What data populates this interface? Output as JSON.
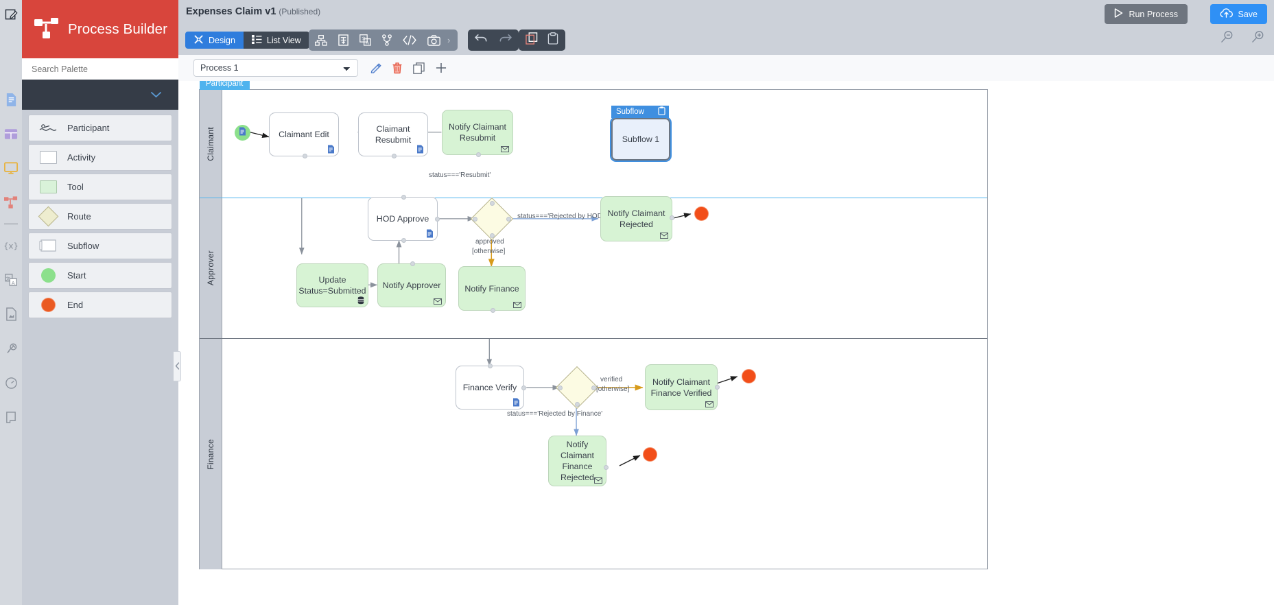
{
  "app": {
    "brand": "Process Builder",
    "brand_color": "#d8453c",
    "accent_blue": "#2f7ddd"
  },
  "rail": {
    "top_icon": "edit-square-icon",
    "items": [
      {
        "icon": "document-icon",
        "color": "#7aa7e0"
      },
      {
        "icon": "table-grid-icon",
        "color": "#b09ddb"
      },
      {
        "icon": "monitor-screen-icon",
        "color": "#e7b443"
      },
      {
        "icon": "process-flow-icon",
        "color": "#e2827a"
      },
      {
        "icon": "divider",
        "color": "#8b9099"
      },
      {
        "icon": "variables-braces-icon",
        "color": "#8a919b"
      },
      {
        "icon": "translate-icon",
        "color": "#8a919b"
      },
      {
        "icon": "document-image-icon",
        "color": "#8a919b"
      },
      {
        "icon": "plug-connector-icon",
        "color": "#8a919b"
      },
      {
        "icon": "gauge-icon",
        "color": "#8a919b"
      },
      {
        "icon": "scroll-icon",
        "color": "#8a919b"
      }
    ]
  },
  "palette": {
    "search_placeholder": "Search Palette",
    "category_chevron_icon": "chevron-down-icon",
    "items": [
      {
        "label": "Participant",
        "icon": "swimlane-icon"
      },
      {
        "label": "Activity",
        "icon": "square-outline-icon"
      },
      {
        "label": "Tool",
        "icon": "green-square-icon"
      },
      {
        "label": "Route",
        "icon": "diamond-icon"
      },
      {
        "label": "Subflow",
        "icon": "subflow-square-icon"
      },
      {
        "label": "Start",
        "icon": "green-circle-icon"
      },
      {
        "label": "End",
        "icon": "orange-circle-icon"
      }
    ],
    "collapse_icon": "chevron-left-icon"
  },
  "header": {
    "title": "Expenses Claim v1",
    "state": "(Published)",
    "modes": [
      {
        "label": "Design",
        "icon": "design-icon",
        "active": true
      },
      {
        "label": "List View",
        "icon": "list-icon",
        "active": false
      }
    ],
    "tools": [
      {
        "icon": "org-chart-icon",
        "name": "org-chart"
      },
      {
        "icon": "form-icon",
        "name": "form"
      },
      {
        "icon": "translate-doc-icon",
        "name": "translate"
      },
      {
        "icon": "branch-icon",
        "name": "branch"
      },
      {
        "icon": "code-icon",
        "name": "code"
      },
      {
        "icon": "camera-icon",
        "name": "snapshot"
      }
    ],
    "tools_more_icon": "chevron-right-icon",
    "history": [
      {
        "icon": "undo-icon",
        "name": "undo"
      },
      {
        "icon": "redo-icon",
        "name": "redo"
      }
    ],
    "clipboard": [
      {
        "icon": "copy-icon",
        "name": "copy"
      },
      {
        "icon": "paste-icon",
        "name": "paste"
      }
    ],
    "run_label": "Run Process",
    "run_icon": "play-icon",
    "save_label": "Save",
    "save_icon": "cloud-upload-icon",
    "zoom_out_icon": "zoom-out-icon",
    "zoom_in_icon": "zoom-in-icon"
  },
  "subbar": {
    "process_selected": "Process 1",
    "process_options": [
      "Process 1"
    ],
    "actions": [
      {
        "icon": "pencil-icon",
        "name": "edit-process"
      },
      {
        "icon": "trash-icon",
        "name": "delete-process"
      },
      {
        "icon": "copy-icon",
        "name": "duplicate-process"
      },
      {
        "icon": "plus-icon",
        "name": "add-process"
      }
    ]
  },
  "diagram": {
    "pool_tab": "Participant",
    "lanes": [
      {
        "name": "Claimant"
      },
      {
        "name": "Approver"
      },
      {
        "name": "Finance"
      }
    ],
    "nodes": {
      "start": {
        "type": "start",
        "badge": "document-icon"
      },
      "claimant_edit": {
        "label": "Claimant Edit",
        "type": "activity",
        "badge": "document-icon"
      },
      "claimant_resubmit": {
        "label": "Claimant Resubmit",
        "type": "activity",
        "badge": "document-icon"
      },
      "notify_claimant_resubmit": {
        "label": "Notify Claimant Resubmit",
        "type": "tool",
        "badge": "envelope-icon"
      },
      "subflow_header": "Subflow",
      "subflow_header_icon": "clipboard-icon",
      "subflow_1": {
        "label": "Subflow 1",
        "type": "subflow"
      },
      "hod_approve": {
        "label": "HOD Approve",
        "type": "activity",
        "badge": "document-icon"
      },
      "route_approver": {
        "type": "route"
      },
      "notify_claimant_rejected": {
        "label": "Notify Claimant Rejected",
        "type": "tool",
        "badge": "envelope-icon"
      },
      "update_status": {
        "label": "Update Status=Submitted",
        "type": "tool",
        "badge": "database-icon"
      },
      "notify_approver": {
        "label": "Notify Approver",
        "type": "tool",
        "badge": "envelope-icon"
      },
      "notify_finance": {
        "label": "Notify Finance",
        "type": "tool",
        "badge": "envelope-icon"
      },
      "finance_verify": {
        "label": "Finance Verify",
        "type": "activity",
        "badge": "document-icon"
      },
      "route_finance": {
        "type": "route"
      },
      "notify_finance_verified": {
        "label": "Notify Claimant Finance Verified",
        "type": "tool",
        "badge": "envelope-icon"
      },
      "notify_finance_rejected": {
        "label": "Notify Claimant Finance Rejected",
        "type": "tool",
        "badge": "envelope-icon"
      },
      "end_1": {
        "type": "end"
      },
      "end_2": {
        "type": "end"
      },
      "end_3": {
        "type": "end"
      }
    },
    "edge_labels": {
      "resubmit": "status==='Resubmit'",
      "rejected_by_hod": "status==='Rejected by HOD'",
      "approved": "approved",
      "otherwise_approver": "[otherwise]",
      "verified": "verified",
      "otherwise_finance": "[otherwise]",
      "rejected_by_finance": "status==='Rejected by Finance'"
    }
  }
}
